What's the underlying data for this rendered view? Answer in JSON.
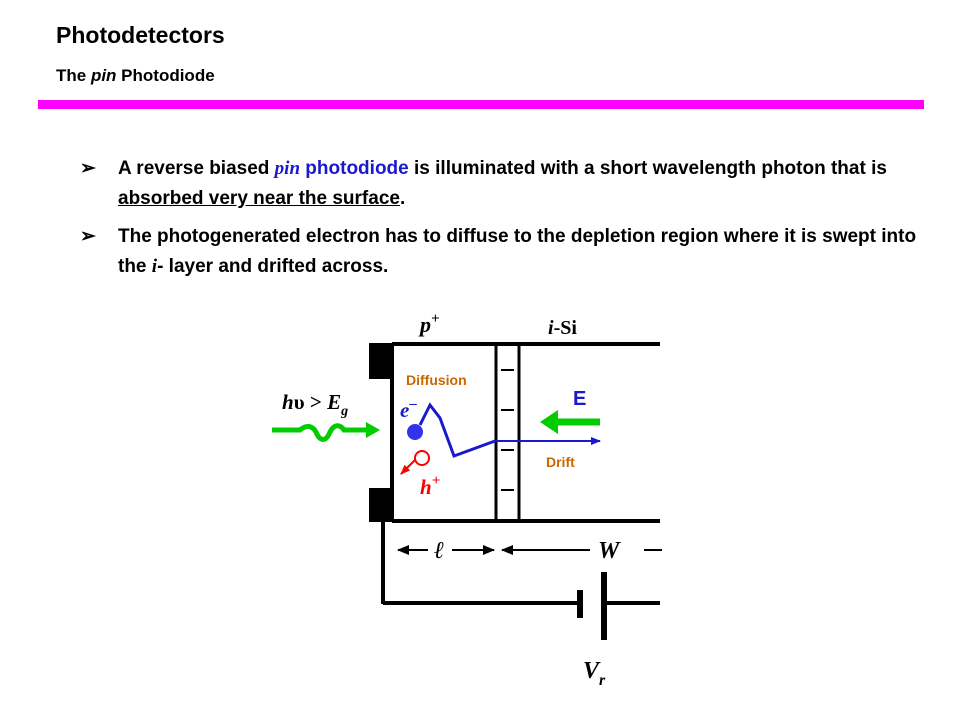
{
  "header": {
    "title": "Photodetectors",
    "subtitle_prefix": "The ",
    "subtitle_italic": "pin",
    "subtitle_suffix": " Photodiode"
  },
  "accent_color": "#ff00ff",
  "bullets": [
    {
      "marker": "➢",
      "p1": "A reverse biased ",
      "p2": "pin",
      "p3": " photodiode",
      "p4": " is illuminated with a short wavelength photon that is ",
      "p5": "absorbed very near the surface",
      "p6": "."
    },
    {
      "marker": "➢",
      "p1": "The photogenerated electron has to diffuse to the depletion region where it is swept into the ",
      "p2": "i",
      "p3": "- layer and drifted across."
    }
  ],
  "diagram": {
    "p_label": "p",
    "p_sup": "+",
    "i_label_italic": "i",
    "i_label_rest": "-Si",
    "diffusion_label": "Diffusion",
    "drift_label": "Drift",
    "field_label": "E",
    "photon_h": "h",
    "photon_nu": "υ",
    "photon_gt": " > ",
    "photon_E": "E",
    "photon_g": "g",
    "electron_label": "e",
    "electron_sup": "–",
    "hole_label": "h",
    "hole_sup": "+",
    "ell_label": "ℓ",
    "w_label": "W",
    "v_label": "V",
    "v_sub": "r",
    "minus": "–",
    "colors": {
      "diffusion": "#cc6600",
      "field_arrow": "#00cc00",
      "electron": "#3333ee",
      "hole": "#ff0000",
      "path": "#1a1acc"
    }
  }
}
